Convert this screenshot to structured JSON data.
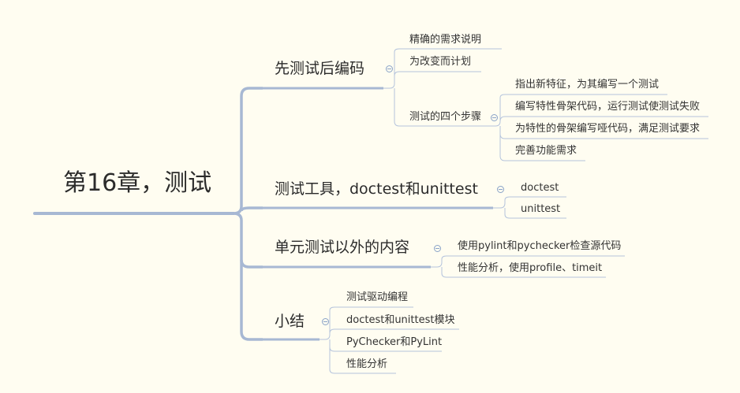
{
  "root": {
    "label": "第16章，测试"
  },
  "branches": [
    {
      "label": "先测试后编码",
      "children": [
        {
          "label": "精确的需求说明"
        },
        {
          "label": "为改变而计划"
        },
        {
          "label": "测试的四个步骤",
          "children": [
            {
              "label": "指出新特征，为其编写一个测试"
            },
            {
              "label": "编写特性骨架代码，运行测试使测试失败"
            },
            {
              "label": "为特性的骨架编写哑代码，满足测试要求"
            },
            {
              "label": "完善功能需求"
            }
          ]
        }
      ]
    },
    {
      "label": "测试工具，doctest和unittest",
      "children": [
        {
          "label": "doctest"
        },
        {
          "label": "unittest"
        }
      ]
    },
    {
      "label": "单元测试以外的内容",
      "children": [
        {
          "label": "使用pylint和pychecker检查源代码"
        },
        {
          "label": "性能分析，使用profile、timeit"
        }
      ]
    },
    {
      "label": "小结",
      "children": [
        {
          "label": "测试驱动编程"
        },
        {
          "label": "doctest和unittest模块"
        },
        {
          "label": "PyChecker和PyLint"
        },
        {
          "label": "性能分析"
        }
      ]
    }
  ],
  "colors": {
    "background": "#fffdf1",
    "main_line": "#a7b8d3",
    "leaf_line": "#b4c3dc",
    "toggle": "#8aa3c8"
  }
}
